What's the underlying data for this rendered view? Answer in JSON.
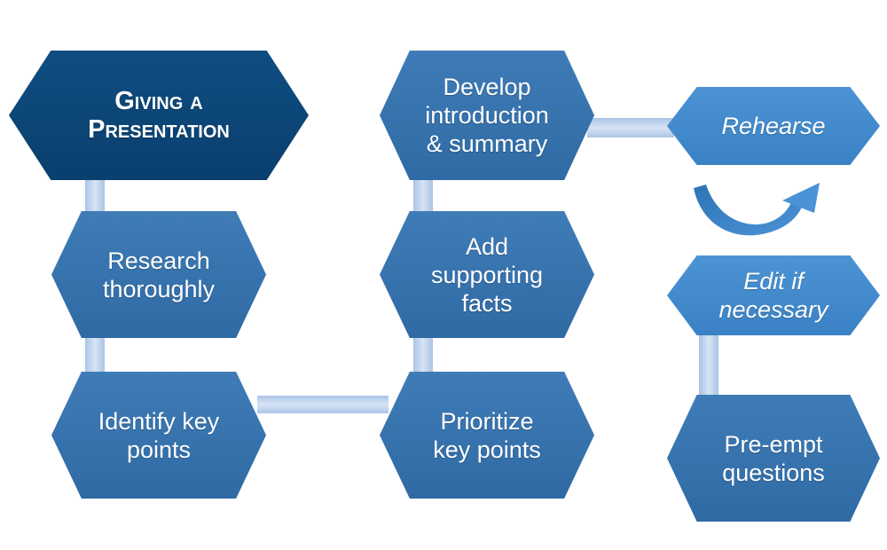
{
  "diagram": {
    "colors": {
      "title": "#0b4474",
      "step": "#3572ad",
      "review": "#4289cc",
      "connector": "#c3d6ef"
    },
    "nodes": {
      "title": "Giving a\nPresentation",
      "research": "Research\nthoroughly",
      "identify": "Identify key\npoints",
      "prioritize": "Prioritize\nkey points",
      "add_facts": "Add\nsupporting\nfacts",
      "develop": "Develop\nintroduction\n& summary",
      "rehearse": "Rehearse",
      "edit": "Edit if\nnecessary",
      "preempt": "Pre-empt\nquestions"
    },
    "icons": {
      "cycle": "curved-arrow-icon"
    }
  }
}
